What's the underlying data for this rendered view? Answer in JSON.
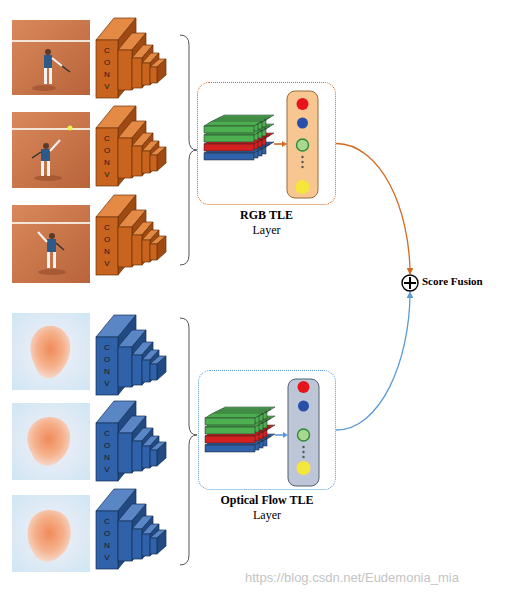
{
  "diagram": {
    "nodes": [
      {
        "text": [
          "CONV"
        ]
      },
      {
        "text": [
          "CONV"
        ]
      },
      {
        "text": [
          "CONV"
        ]
      },
      {
        "text": [
          "RGB TLE",
          "Layer"
        ]
      },
      {
        "text": [
          "Score Fusion"
        ]
      },
      {
        "text": [
          "CONV"
        ]
      },
      {
        "text": [
          "CONV"
        ]
      },
      {
        "text": [
          "CONV"
        ]
      },
      {
        "text": [
          "Optical Flow TLE",
          "Layer"
        ]
      }
    ],
    "edges": [
      {
        "from": 3,
        "to": 4,
        "arrow": "to"
      },
      {
        "from": 8,
        "to": 4,
        "arrow": "to"
      }
    ],
    "labels": [
      "https://blog.csdn.net/Eudemonia_mia"
    ]
  }
}
